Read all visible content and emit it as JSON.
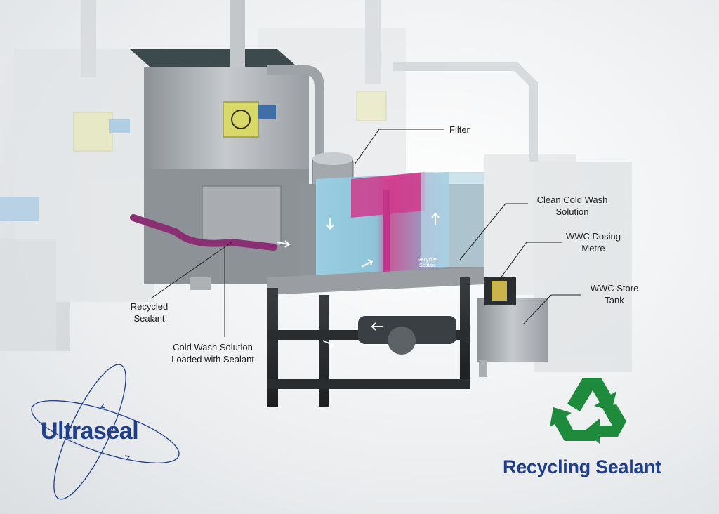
{
  "callouts": {
    "filter": "Filter",
    "clean_cold_wash": "Clean Cold Wash\nSolution",
    "wwc_dosing": "WWC Dosing\nMetre",
    "wwc_store": "WWC Store\nTank",
    "recycled_sealant": "Recycled\nSealant",
    "cold_wash_loaded": "Cold Wash Solution\nLoaded with Sealant",
    "recycled_sealant_inner": "Recycled\nSealant"
  },
  "brand": {
    "logo_text": "Ultraseal",
    "tagline": "Recycling Sealant"
  },
  "colors": {
    "brand_blue": "#1f3f8c",
    "recycle_green": "#1e8a3c",
    "sealant_magenta": "#b0307a",
    "wash_blue": "#7cc4e0"
  },
  "icons": [
    "recycle-icon",
    "atom-orbit-icon"
  ]
}
